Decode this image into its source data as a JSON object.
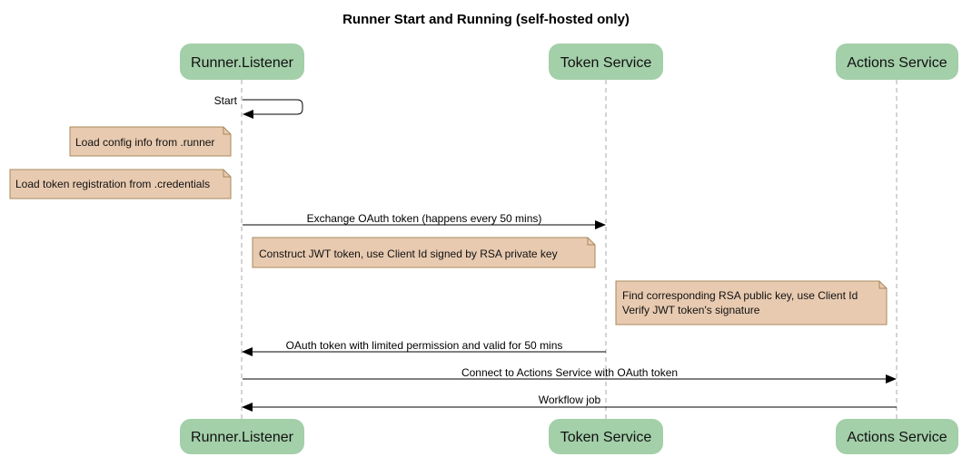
{
  "title": "Runner Start and Running (self-hosted only)",
  "colors": {
    "participant": "#a3cfa9",
    "note_fill": "#e8cab0",
    "note_border": "#a8895c"
  },
  "participants": [
    {
      "label": "Runner.Listener"
    },
    {
      "label": "Token Service"
    },
    {
      "label": "Actions Service"
    }
  ],
  "messages": [
    {
      "label": "Start",
      "from": "Runner.Listener",
      "to": "Runner.Listener"
    },
    {
      "label": "Exchange OAuth token (happens every 50 mins)",
      "from": "Runner.Listener",
      "to": "Token Service"
    },
    {
      "label": "OAuth token with limited permission and valid for 50 mins",
      "from": "Token Service",
      "to": "Runner.Listener"
    },
    {
      "label": "Connect to Actions Service with OAuth token",
      "from": "Runner.Listener",
      "to": "Actions Service"
    },
    {
      "label": "Workflow job",
      "from": "Actions Service",
      "to": "Runner.Listener"
    }
  ],
  "notes": [
    {
      "lines": [
        "Load config info from .runner"
      ]
    },
    {
      "lines": [
        "Load token registration from .credentials"
      ]
    },
    {
      "lines": [
        "Construct JWT token, use Client Id signed by RSA private key"
      ]
    },
    {
      "lines": [
        "Find corresponding RSA public key, use Client Id",
        "Verify JWT token's signature"
      ]
    }
  ]
}
